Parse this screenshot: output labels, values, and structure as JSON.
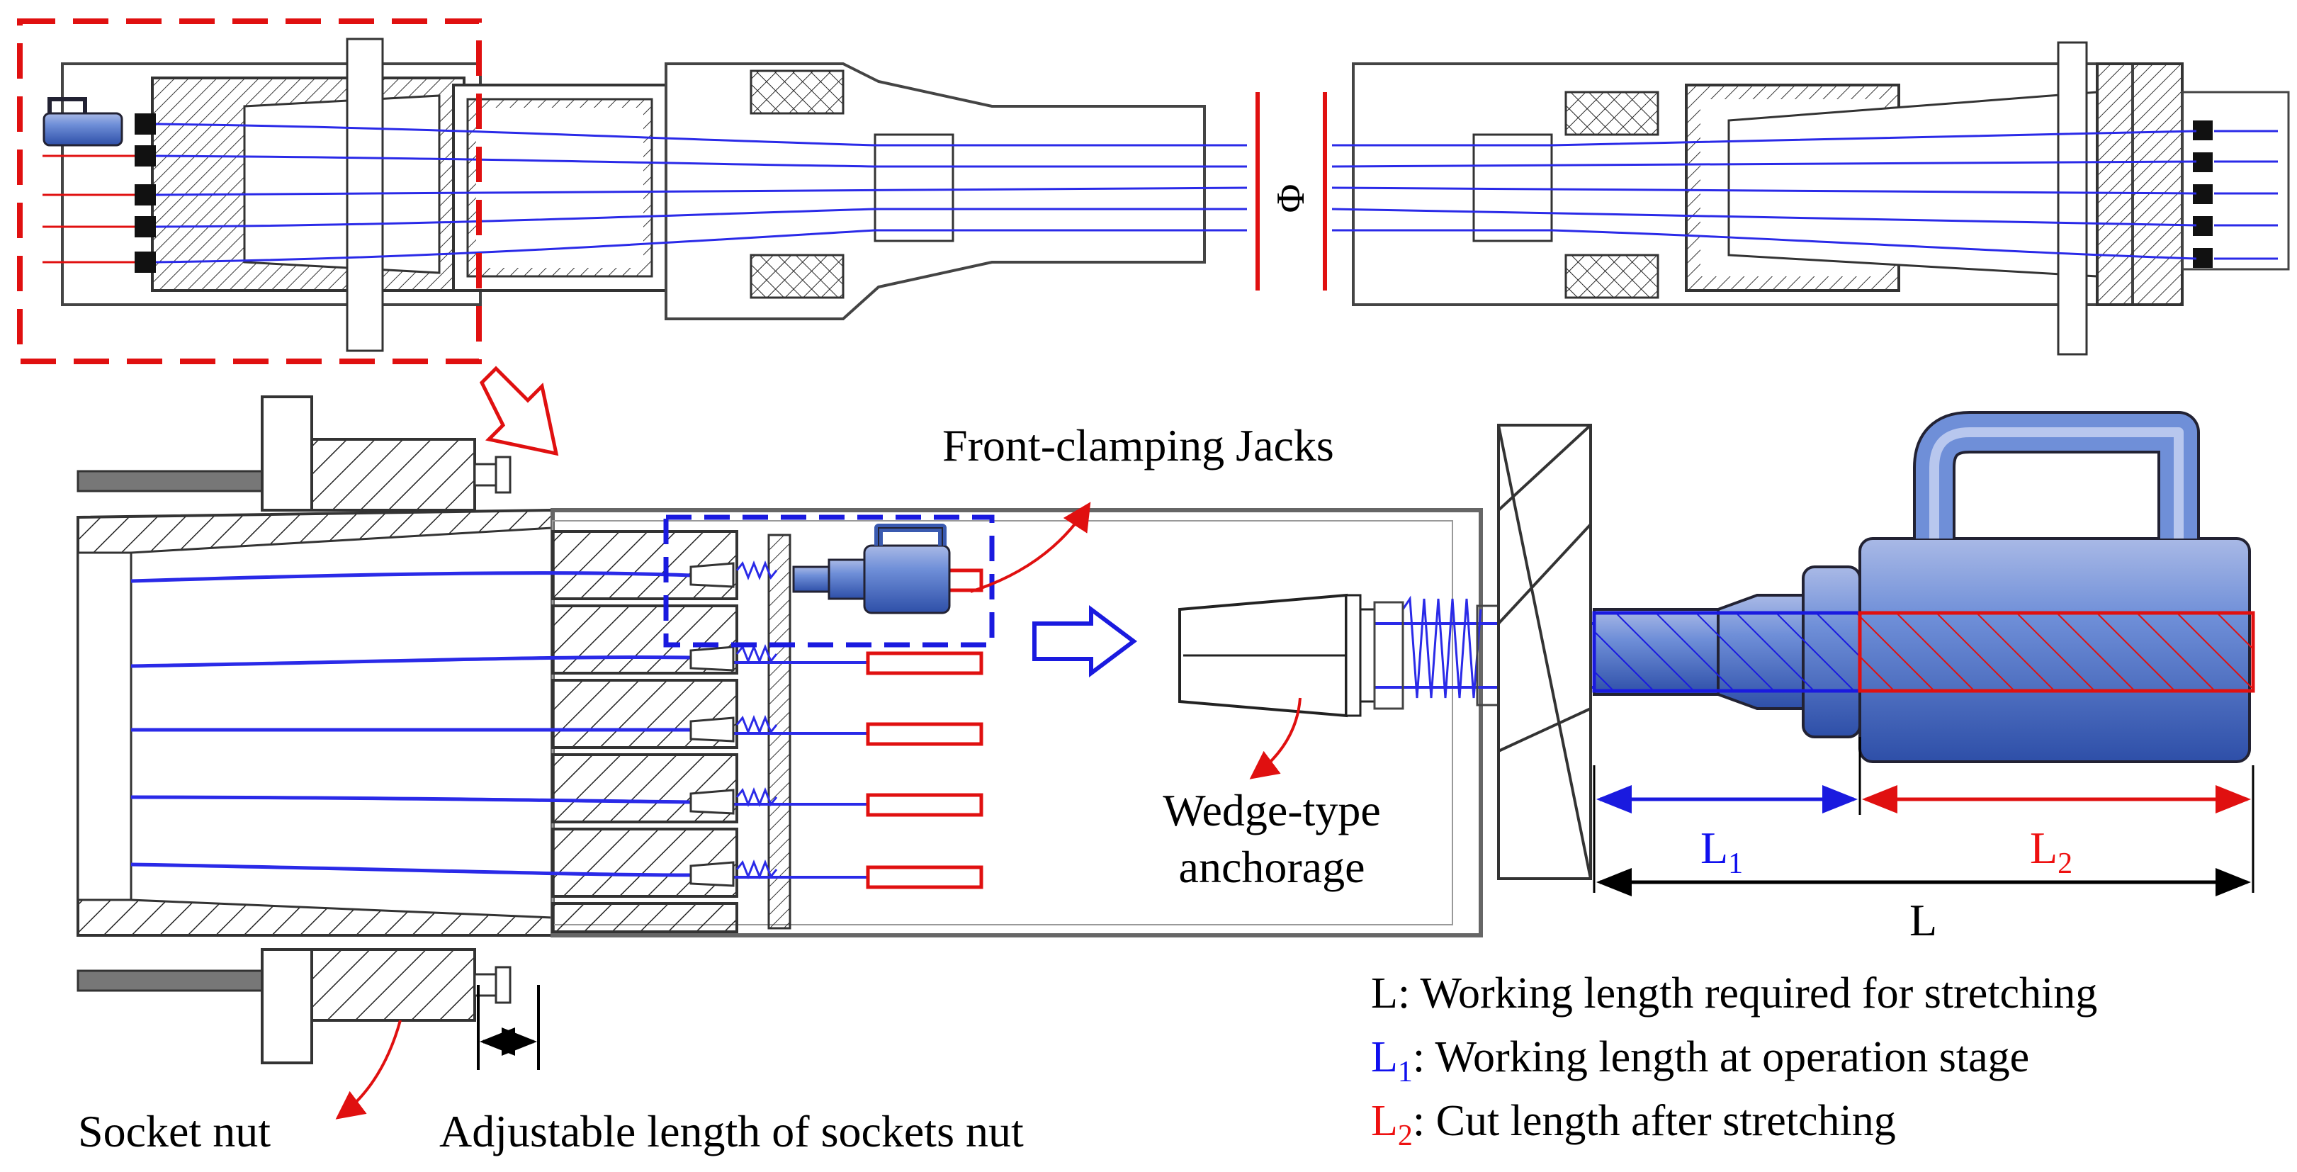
{
  "labels": {
    "phi": "Φ",
    "front_clamping_jacks": "Front-clamping Jacks",
    "wedge_type_line1": "Wedge-type",
    "wedge_type_line2": "anchorage",
    "socket_nut": "Socket nut",
    "adjustable_length": "Adjustable length of sockets nut",
    "dim_L1_letter": "L",
    "dim_L1_sub": "1",
    "dim_L2_letter": "L",
    "dim_L2_sub": "2",
    "dim_L": "L"
  },
  "legend": [
    {
      "key": "L",
      "sub": "",
      "text": ": Working length required for stretching",
      "color": "#000000"
    },
    {
      "key": "L",
      "sub": "1",
      "text": ": Working length at operation stage",
      "color": "#1010ee"
    },
    {
      "key": "L",
      "sub": "2",
      "text": ": Cut length after stretching",
      "color": "#ee1010"
    }
  ],
  "colors": {
    "strand_blue": "#2a2ae8",
    "highlight_red": "#e01010",
    "highlight_blue": "#1a1adf",
    "jack_fill": "#4b6fc6",
    "outline": "#333333"
  }
}
